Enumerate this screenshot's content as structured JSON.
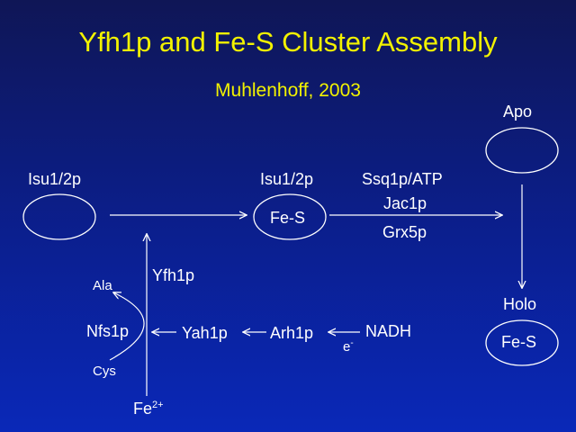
{
  "slide": {
    "title": "Yfh1p and Fe-S Cluster Assembly",
    "subtitle": "Muhlenhoff, 2003"
  },
  "nodes": {
    "isu_left": "Isu1/2p",
    "isu_mid": "Isu1/2p",
    "fes_mid": "Fe-S",
    "apo": "Apo",
    "holo": "Holo",
    "fes_holo": "Fe-S"
  },
  "factors": {
    "ssq1p": "Ssq1p/ATP",
    "jac1p": "Jac1p",
    "grx5p": "Grx5p",
    "yfh1p": "Yfh1p",
    "ala": "Ala",
    "cys": "Cys",
    "nfs1p": "Nfs1p",
    "yah1p": "Yah1p",
    "arh1p": "Arh1p",
    "nadh": "NADH",
    "electron_base": "e",
    "electron_sup": "-",
    "iron_base": "Fe",
    "iron_sup": "2+"
  }
}
